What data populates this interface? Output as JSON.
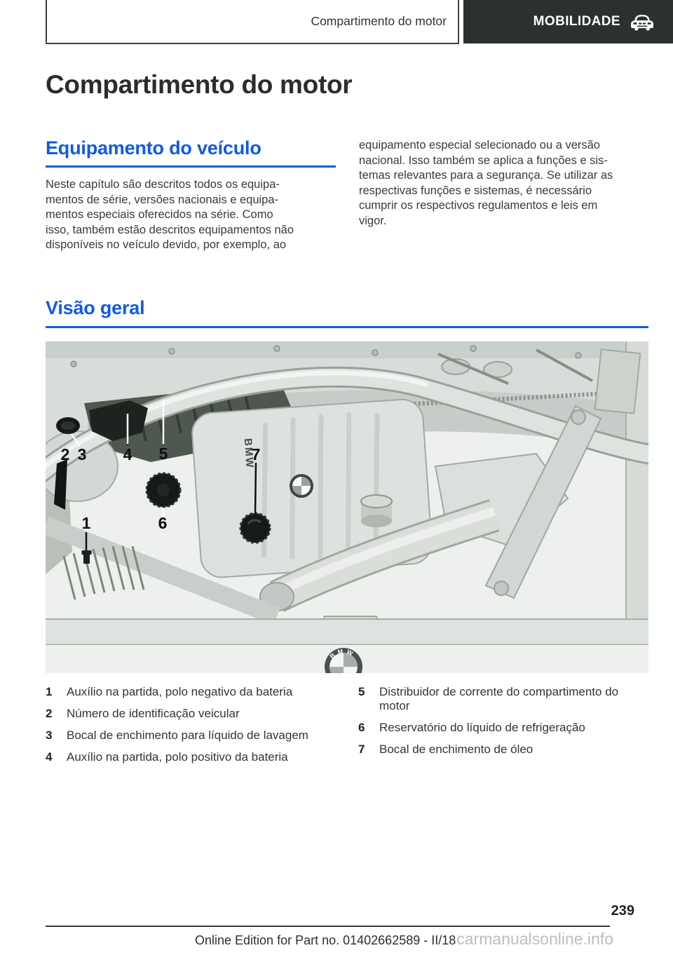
{
  "header": {
    "breadcrumb": "Compartimento do motor",
    "chapter_label": "MOBILIDADE",
    "chapter_icon": "car-front-icon"
  },
  "title": "Compartimento do motor",
  "equipment": {
    "heading": "Equipamento do veículo",
    "left_column": "Neste capítulo são descritos todos os equipa-\nmentos de série, versões nacionais e equipa-\nmentos especiais oferecidos na série. Como\nisso, também estão descritos equipamentos não\ndisponíveis no veículo devido, por exemplo, ao",
    "right_column": "equipamento especial selecionado ou a versão\nnacional. Isso também se aplica a funções e sis-\ntemas relevantes para a segurança. Se utilizar as\nrespectivas funções e sistemas, é necessário\ncumprir os respectivos regulamentos e leis em\nvigor."
  },
  "overview": {
    "heading": "Visão geral",
    "figure": {
      "engine_cover_text": "BMW",
      "badge_text": "BMW",
      "markers": [
        "1",
        "2",
        "3",
        "4",
        "5",
        "6",
        "7"
      ]
    },
    "legend": [
      {
        "num": "1",
        "text": "Auxílio na partida, polo negativo da bateria"
      },
      {
        "num": "2",
        "text": "Número de identificação veicular"
      },
      {
        "num": "3",
        "text": "Bocal de enchimento para líquido de lavagem"
      },
      {
        "num": "4",
        "text": "Auxílio na partida, polo positivo da bateria"
      },
      {
        "num": "5",
        "text": "Distribuidor de corrente do compartimento do motor"
      },
      {
        "num": "6",
        "text": "Reservatório do líquido de refrigeração"
      },
      {
        "num": "7",
        "text": "Bocal de enchimento de óleo"
      }
    ]
  },
  "footer": {
    "page_number": "239",
    "edition": "Online Edition for Part no. 01402662589 - II/18",
    "watermark": "carmanualsonline.info"
  },
  "colors": {
    "accent_blue": "#1259e6",
    "header_dark": "#2c302f"
  }
}
